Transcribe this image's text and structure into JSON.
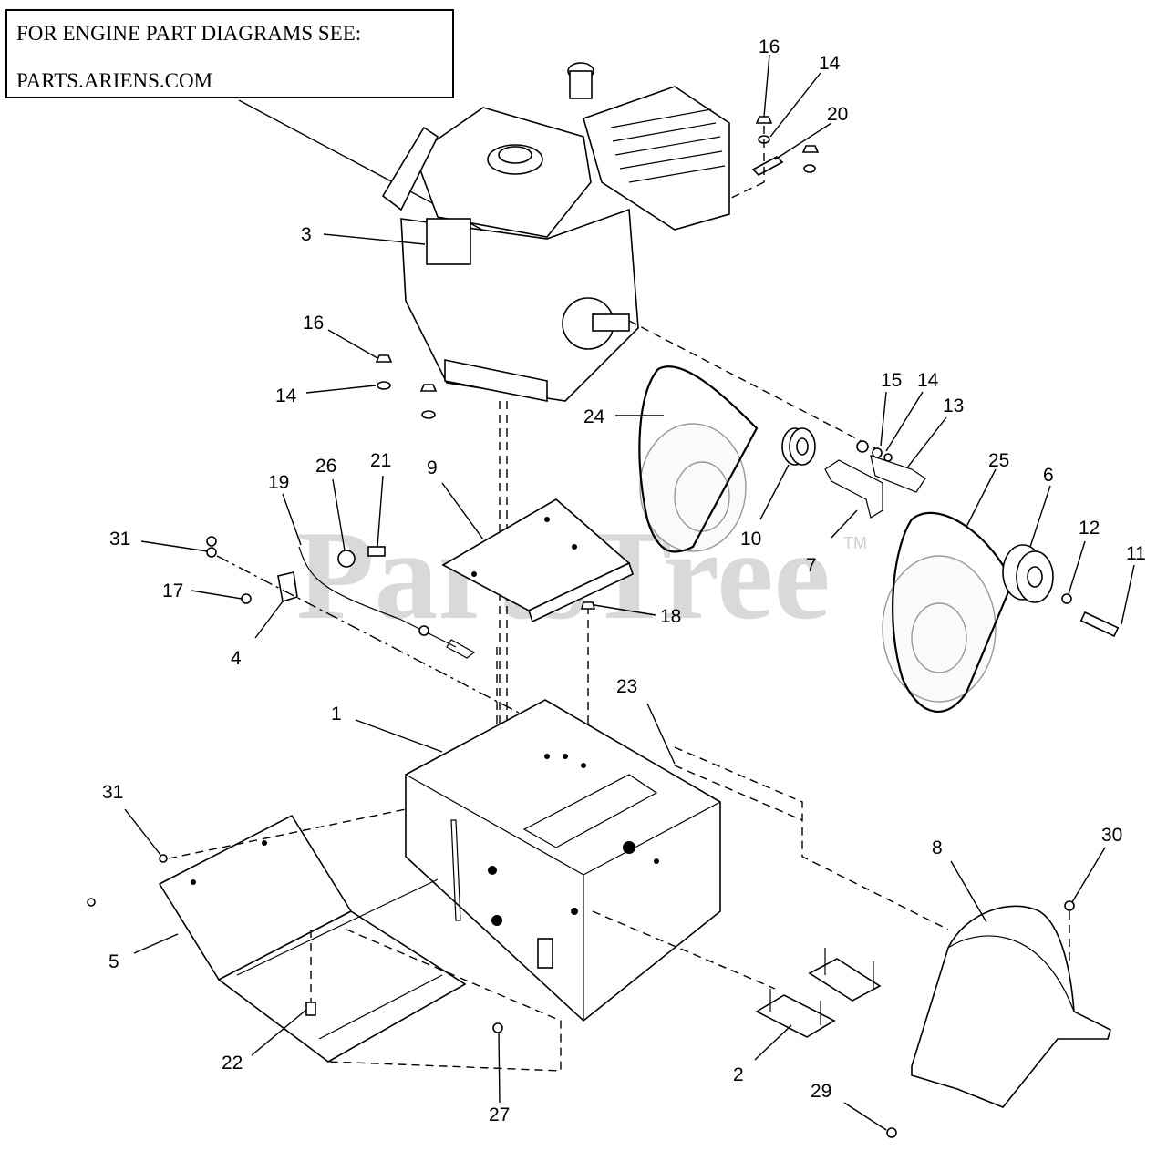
{
  "note": {
    "line1": "FOR ENGINE PART DIAGRAMS SEE:",
    "line2": "PARTS.ARIENS.COM"
  },
  "watermark": {
    "text": "PartsTree",
    "tm": "TM"
  },
  "callouts": {
    "c16a": "16",
    "c14a": "14",
    "c20": "20",
    "c3": "3",
    "c16b": "16",
    "c14b": "14",
    "c24": "24",
    "c15": "15",
    "c14c": "14",
    "c13": "13",
    "c25": "25",
    "c6": "6",
    "c12": "12",
    "c11": "11",
    "c10": "10",
    "c7": "7",
    "c9": "9",
    "c19": "19",
    "c26": "26",
    "c21": "21",
    "c31a": "31",
    "c17": "17",
    "c4": "4",
    "c18": "18",
    "c23": "23",
    "c1": "1",
    "c31b": "31",
    "c5": "5",
    "c22": "22",
    "c27": "27",
    "c2": "2",
    "c8": "8",
    "c30": "30",
    "c29": "29"
  }
}
